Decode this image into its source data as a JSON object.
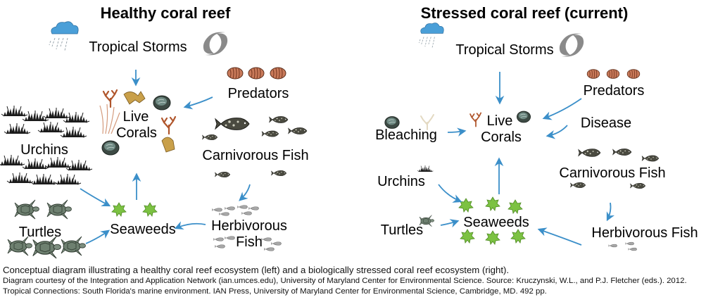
{
  "left_panel": {
    "title": "Healthy coral reef",
    "nodes": {
      "tropical_storms": "Tropical Storms",
      "predators": "Predators",
      "live_corals_line1": "Live",
      "live_corals_line2": "Corals",
      "carnivorous_fish": "Carnivorous Fish",
      "urchins": "Urchins",
      "turtles": "Turtles",
      "seaweeds": "Seaweeds",
      "herbivorous_fish_line1": "Herbivorous",
      "herbivorous_fish_line2": "Fish"
    }
  },
  "right_panel": {
    "title": "Stressed coral reef (current)",
    "nodes": {
      "tropical_storms": "Tropical Storms",
      "predators": "Predators",
      "disease": "Disease",
      "bleaching": "Bleaching",
      "live_corals_line1": "Live",
      "live_corals_line2": "Corals",
      "carnivorous_fish": "Carnivorous Fish",
      "urchins": "Urchins",
      "turtles": "Turtles",
      "seaweeds": "Seaweeds",
      "herbivorous_fish": "Herbivorous Fish"
    }
  },
  "caption": {
    "main": "Conceptual diagram illustrating a healthy coral reef ecosystem (left) and a biologically stressed coral reef ecosystem (right).",
    "credit": "Diagram courtesy of the Integration and Application Network (ian.umces.edu), University of Maryland Center for Environmental Science. Source: Kruczynski, W.L., and P.J. Fletcher (eds.). 2012. Tropical Connections: South Florida's marine environment. IAN Press, University of Maryland Center for Environmental Science, Cambridge, MD. 492 pp."
  },
  "colors": {
    "arrow": "#3b8fc9",
    "seaweed": "#7cc242",
    "cloud": "#4a9fd8",
    "storm_swirl": "#8a8a8a",
    "predator_shell": "#c97a5a",
    "urchin": "#1a1a1a",
    "turtle": "#5b6e5b",
    "fish_dark": "#3c3c33",
    "herb_fish": "#9a9a9a",
    "coral_brown": "#b0562c",
    "coral_yellow": "#c9a04a"
  },
  "icons": [
    "storm-cloud-icon",
    "hurricane-icon",
    "shell-icon",
    "urchin-icon",
    "turtle-icon",
    "grouper-fish-icon",
    "small-fish-icon",
    "seaweed-icon",
    "coral-branch-icon",
    "coral-boulder-icon"
  ]
}
